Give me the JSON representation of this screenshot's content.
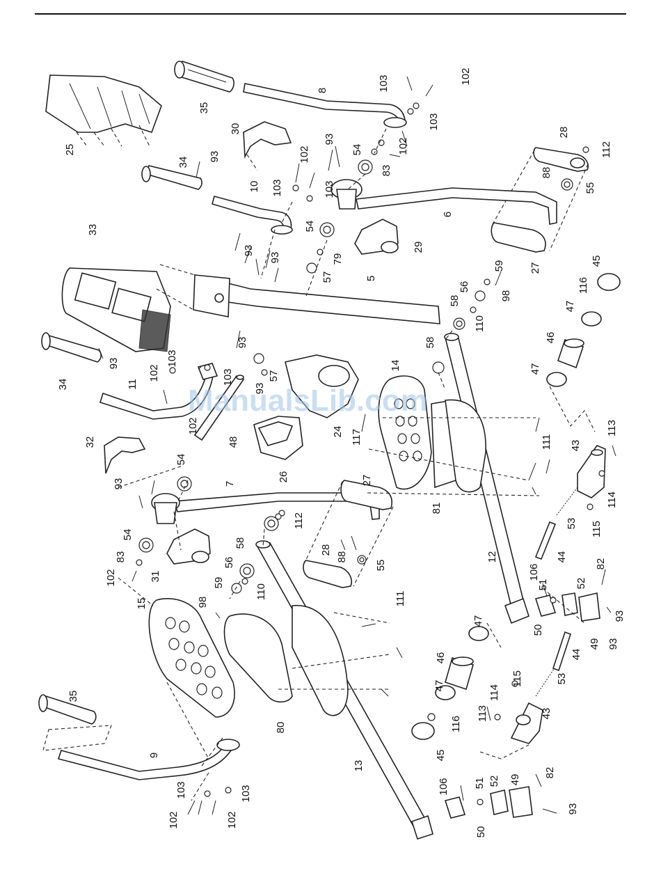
{
  "watermark": "ManualsLib.com",
  "callouts": [
    {
      "id": "c-25",
      "text": "25"
    },
    {
      "id": "c-35a",
      "text": "35"
    },
    {
      "id": "c-8",
      "text": "8"
    },
    {
      "id": "c-103a",
      "text": "103"
    },
    {
      "id": "c-102a",
      "text": "102"
    },
    {
      "id": "c-103b",
      "text": "103"
    },
    {
      "id": "c-30",
      "text": "30"
    },
    {
      "id": "c-93a",
      "text": "93"
    },
    {
      "id": "c-54a",
      "text": "54"
    },
    {
      "id": "c-102b",
      "text": "102"
    },
    {
      "id": "c-83a",
      "text": "83"
    },
    {
      "id": "c-28a",
      "text": "28"
    },
    {
      "id": "c-112a",
      "text": "112"
    },
    {
      "id": "c-34a",
      "text": "34"
    },
    {
      "id": "c-93b",
      "text": "93"
    },
    {
      "id": "c-102c",
      "text": "102"
    },
    {
      "id": "c-103c",
      "text": "103"
    },
    {
      "id": "c-10",
      "text": "10"
    },
    {
      "id": "c-103d",
      "text": "103"
    },
    {
      "id": "c-88a",
      "text": "88"
    },
    {
      "id": "c-55a",
      "text": "55"
    },
    {
      "id": "c-6",
      "text": "6"
    },
    {
      "id": "c-33",
      "text": "33"
    },
    {
      "id": "c-54b",
      "text": "54"
    },
    {
      "id": "c-29",
      "text": "29"
    },
    {
      "id": "c-93c",
      "text": "93"
    },
    {
      "id": "c-93d",
      "text": "93"
    },
    {
      "id": "c-79",
      "text": "79"
    },
    {
      "id": "c-57a",
      "text": "57"
    },
    {
      "id": "c-27a",
      "text": "27"
    },
    {
      "id": "c-45a",
      "text": "45"
    },
    {
      "id": "c-5",
      "text": "5"
    },
    {
      "id": "c-59a",
      "text": "59"
    },
    {
      "id": "c-116a",
      "text": "116"
    },
    {
      "id": "c-58a",
      "text": "58"
    },
    {
      "id": "c-56a",
      "text": "56"
    },
    {
      "id": "c-98a",
      "text": "98"
    },
    {
      "id": "c-47a",
      "text": "47"
    },
    {
      "id": "c-110a",
      "text": "110"
    },
    {
      "id": "c-46a",
      "text": "46"
    },
    {
      "id": "c-58b",
      "text": "58"
    },
    {
      "id": "c-93e",
      "text": "93"
    },
    {
      "id": "c-34b",
      "text": "34"
    },
    {
      "id": "c-93f",
      "text": "93"
    },
    {
      "id": "c-102d",
      "text": "102"
    },
    {
      "id": "c-103e",
      "text": "103"
    },
    {
      "id": "c-103f",
      "text": "103"
    },
    {
      "id": "c-57b",
      "text": "57"
    },
    {
      "id": "c-14",
      "text": "14"
    },
    {
      "id": "c-47b",
      "text": "47"
    },
    {
      "id": "c-11",
      "text": "11"
    },
    {
      "id": "c-102e",
      "text": "102"
    },
    {
      "id": "c-93g",
      "text": "93"
    },
    {
      "id": "c-48",
      "text": "48"
    },
    {
      "id": "c-24",
      "text": "24"
    },
    {
      "id": "c-117",
      "text": "117"
    },
    {
      "id": "c-26",
      "text": "26"
    },
    {
      "id": "c-32",
      "text": "32"
    },
    {
      "id": "c-111a",
      "text": "111"
    },
    {
      "id": "c-113a",
      "text": "113"
    },
    {
      "id": "c-43a",
      "text": "43"
    },
    {
      "id": "c-54c",
      "text": "54"
    },
    {
      "id": "c-93h",
      "text": "93"
    },
    {
      "id": "c-7",
      "text": "7"
    },
    {
      "id": "c-27b",
      "text": "27"
    },
    {
      "id": "c-81",
      "text": "81"
    },
    {
      "id": "c-114a",
      "text": "114"
    },
    {
      "id": "c-53a",
      "text": "53"
    },
    {
      "id": "c-115a",
      "text": "115"
    },
    {
      "id": "c-54d",
      "text": "54"
    },
    {
      "id": "c-83b",
      "text": "83"
    },
    {
      "id": "c-102f",
      "text": "102"
    },
    {
      "id": "c-58c",
      "text": "58"
    },
    {
      "id": "c-112b",
      "text": "112"
    },
    {
      "id": "c-31",
      "text": "31"
    },
    {
      "id": "c-56b",
      "text": "56"
    },
    {
      "id": "c-59b",
      "text": "59"
    },
    {
      "id": "c-110b",
      "text": "110"
    },
    {
      "id": "c-88b",
      "text": "88"
    },
    {
      "id": "c-28b",
      "text": "28"
    },
    {
      "id": "c-55b",
      "text": "55"
    },
    {
      "id": "c-12",
      "text": "12"
    },
    {
      "id": "c-44a",
      "text": "44"
    },
    {
      "id": "c-82a",
      "text": "82"
    },
    {
      "id": "c-106a",
      "text": "106"
    },
    {
      "id": "c-51a",
      "text": "51"
    },
    {
      "id": "c-52a",
      "text": "52"
    },
    {
      "id": "c-98b",
      "text": "98"
    },
    {
      "id": "c-15",
      "text": "15"
    },
    {
      "id": "c-50a",
      "text": "50"
    },
    {
      "id": "c-93i",
      "text": "93"
    },
    {
      "id": "c-49a",
      "text": "49"
    },
    {
      "id": "c-93j",
      "text": "93"
    },
    {
      "id": "c-111b",
      "text": "111"
    },
    {
      "id": "c-47c",
      "text": "47"
    },
    {
      "id": "c-46b",
      "text": "46"
    },
    {
      "id": "c-44b",
      "text": "44"
    },
    {
      "id": "c-115b",
      "text": "115"
    },
    {
      "id": "c-53b",
      "text": "53"
    },
    {
      "id": "c-47d",
      "text": "47"
    },
    {
      "id": "c-114b",
      "text": "114"
    },
    {
      "id": "c-113b",
      "text": "113"
    },
    {
      "id": "c-43b",
      "text": "43"
    },
    {
      "id": "c-116b",
      "text": "116"
    },
    {
      "id": "c-45b",
      "text": "45"
    },
    {
      "id": "c-80",
      "text": "80"
    },
    {
      "id": "c-35b",
      "text": "35"
    },
    {
      "id": "c-9",
      "text": "9"
    },
    {
      "id": "c-13",
      "text": "13"
    },
    {
      "id": "c-106b",
      "text": "106"
    },
    {
      "id": "c-82b",
      "text": "82"
    },
    {
      "id": "c-51b",
      "text": "51"
    },
    {
      "id": "c-52b",
      "text": "52"
    },
    {
      "id": "c-49b",
      "text": "49"
    },
    {
      "id": "c-103g",
      "text": "103"
    },
    {
      "id": "c-103h",
      "text": "103"
    },
    {
      "id": "c-93k",
      "text": "93"
    },
    {
      "id": "c-102g",
      "text": "102"
    },
    {
      "id": "c-102h",
      "text": "102"
    },
    {
      "id": "c-50b",
      "text": "50"
    }
  ]
}
